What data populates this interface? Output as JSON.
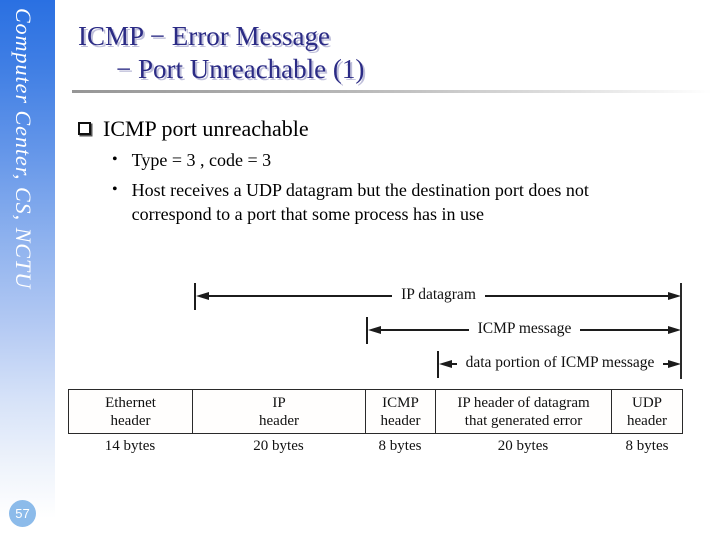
{
  "sidebar": {
    "text": "Computer Center, CS, NCTU",
    "page_number": "57",
    "top_color": "#2a70e2",
    "badge_color": "#8cbbea"
  },
  "title": {
    "line1": "ICMP − Error Message",
    "line2": "− Port Unreachable (1)",
    "color": "#2b2b85"
  },
  "bullets": {
    "main": {
      "text": "ICMP port unreachable"
    },
    "sub": [
      {
        "marker": "•",
        "text": "Type = 3 , code = 3"
      },
      {
        "marker": "•",
        "text": "Host receives a UDP datagram but the destination port does not correspond to a port that some process has in use"
      }
    ]
  },
  "diagram": {
    "arrows": [
      {
        "label": "IP datagram"
      },
      {
        "label": "ICMP message"
      },
      {
        "label": "data portion of ICMP message"
      }
    ],
    "cells": [
      {
        "line1": "Ethernet",
        "line2": "header",
        "bytes": "14 bytes"
      },
      {
        "line1": "IP",
        "line2": "header",
        "bytes": "20 bytes"
      },
      {
        "line1": "ICMP",
        "line2": "header",
        "bytes": "8 bytes"
      },
      {
        "line1": "IP header of datagram",
        "line2": "that generated error",
        "bytes": "20 bytes"
      },
      {
        "line1": "UDP",
        "line2": "header",
        "bytes": "8 bytes"
      }
    ]
  }
}
